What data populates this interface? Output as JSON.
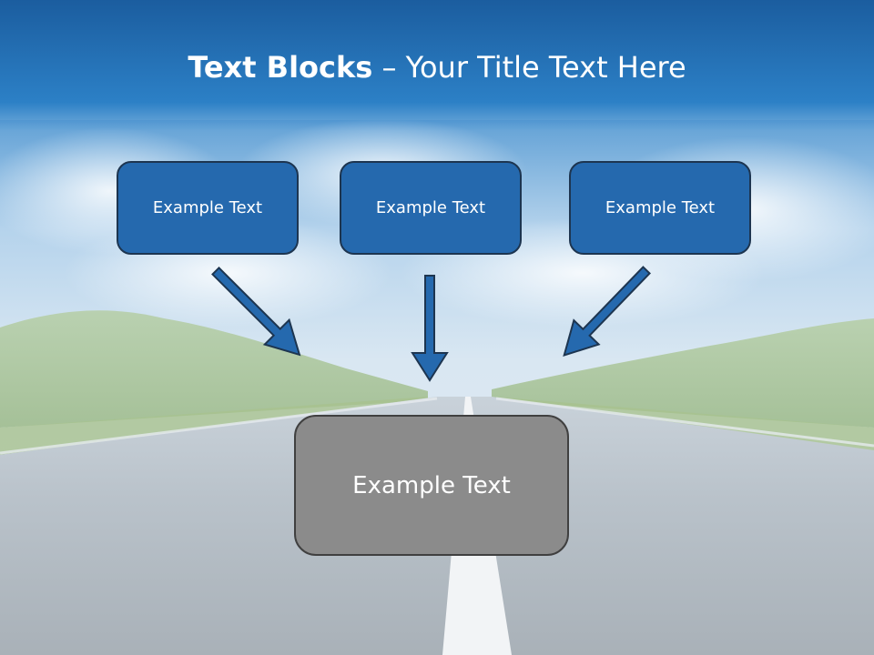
{
  "slide": {
    "title_bold": "Text Blocks",
    "title_separator": " – ",
    "title_rest": "Your Title Text Here"
  },
  "blocks": [
    {
      "label": "Example Text"
    },
    {
      "label": "Example Text"
    },
    {
      "label": "Example Text"
    }
  ],
  "target": {
    "label": "Example Text"
  },
  "colors": {
    "title_bar": "#2e7fc4",
    "block_fill": "#2569ae",
    "block_border": "#1d3550",
    "target_fill": "#8b8b8b",
    "target_border": "#404040",
    "arrow_fill": "#2569ae"
  }
}
